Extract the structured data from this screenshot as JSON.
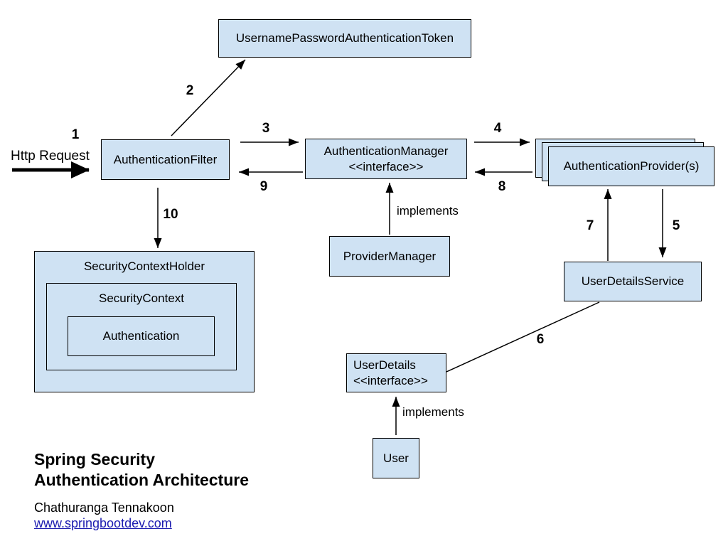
{
  "colors": {
    "node_fill": "#cfe2f3",
    "node_border": "#000000",
    "edge": "#000000",
    "link_text": "#1b1bb0"
  },
  "diagram": {
    "http_request_label": "Http Request",
    "nodes": {
      "token": {
        "label": "UsernamePasswordAuthenticationToken"
      },
      "filter": {
        "label": "AuthenticationFilter"
      },
      "manager": {
        "label": "AuthenticationManager",
        "stereotype": "<<interface>>"
      },
      "providers": {
        "label": "AuthenticationProvider(s)"
      },
      "provider_manager": {
        "label": "ProviderManager"
      },
      "security_context_holder": {
        "label": "SecurityContextHolder"
      },
      "security_context": {
        "label": "SecurityContext"
      },
      "authentication": {
        "label": "Authentication"
      },
      "user_details_service": {
        "label": "UserDetailsService"
      },
      "user_details": {
        "label": "UserDetails",
        "stereotype": "<<interface>>"
      },
      "user": {
        "label": "User"
      }
    },
    "edge_labels": {
      "step1": "1",
      "step2": "2",
      "step3": "3",
      "step4": "4",
      "step5": "5",
      "step6": "6",
      "step7": "7",
      "step8": "8",
      "step9": "9",
      "step10": "10",
      "implements_provider_manager": "implements",
      "implements_user": "implements"
    }
  },
  "footer": {
    "title_line1": "Spring Security",
    "title_line2": "Authentication Architecture",
    "author": "Chathuranga Tennakoon",
    "link": "www.springbootdev.com"
  }
}
